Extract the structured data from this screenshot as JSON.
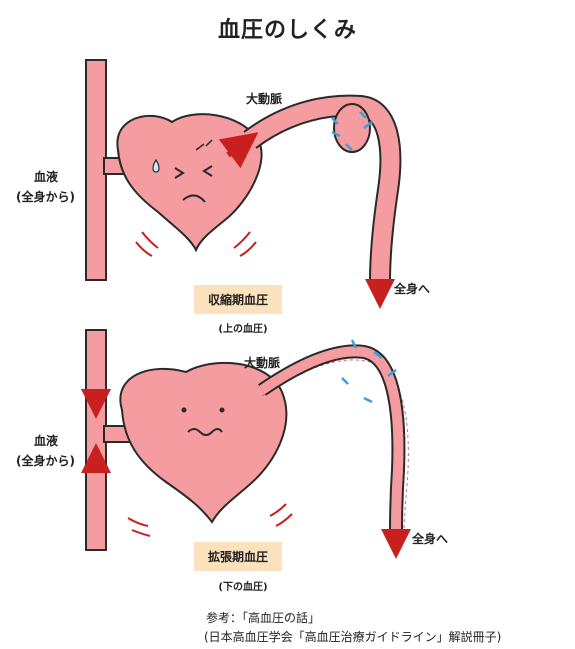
{
  "title": "血圧のしくみ",
  "systole": {
    "blood_label": "血液",
    "blood_sub": "(全身から)",
    "aorta_label": "大動脈",
    "body_label": "全身へ",
    "phase_label": "収縮期血圧",
    "phase_sub": "(上の血圧)"
  },
  "diastole": {
    "blood_label": "血液",
    "blood_sub": "(全身から)",
    "aorta_label": "大動脈",
    "body_label": "全身へ",
    "phase_label": "拡張期血圧",
    "phase_sub": "(下の血圧)"
  },
  "reference": {
    "line1": "参考：「高血圧の話」",
    "line2": "(日本高血圧学会「高血圧治療ガイドライン」解説冊子)"
  },
  "colors": {
    "heart_fill": "#f49ca0",
    "outline": "#2a2a2a",
    "arrow_red": "#c8201e",
    "arrow_blue": "#3a9de0",
    "label_bg": "#fbe2bd"
  }
}
